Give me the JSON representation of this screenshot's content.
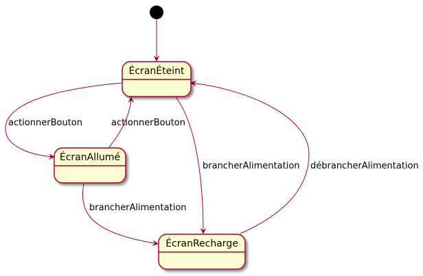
{
  "colors": {
    "state_fill": "#FEFECE",
    "state_border": "#A80036",
    "arrow": "#A80036",
    "initial": "#000000",
    "background": "#FFFFFF"
  },
  "states": [
    {
      "id": "ecran-eteint",
      "name": "ÉcranÉteint"
    },
    {
      "id": "ecran-allume",
      "name": "ÉcranAllumé"
    },
    {
      "id": "ecran-recharge",
      "name": "ÉcranRecharge"
    }
  ],
  "transitions": [
    {
      "from": "initial",
      "to": "ecran-eteint",
      "label": ""
    },
    {
      "from": "ecran-eteint",
      "to": "ecran-allume",
      "label": "actionnerBouton"
    },
    {
      "from": "ecran-allume",
      "to": "ecran-eteint",
      "label": "actionnerBouton"
    },
    {
      "from": "ecran-eteint",
      "to": "ecran-recharge",
      "label": "brancherAlimentation"
    },
    {
      "from": "ecran-allume",
      "to": "ecran-recharge",
      "label": "brancherAlimentation"
    },
    {
      "from": "ecran-recharge",
      "to": "ecran-eteint",
      "label": "débrancherAlimentation"
    }
  ]
}
